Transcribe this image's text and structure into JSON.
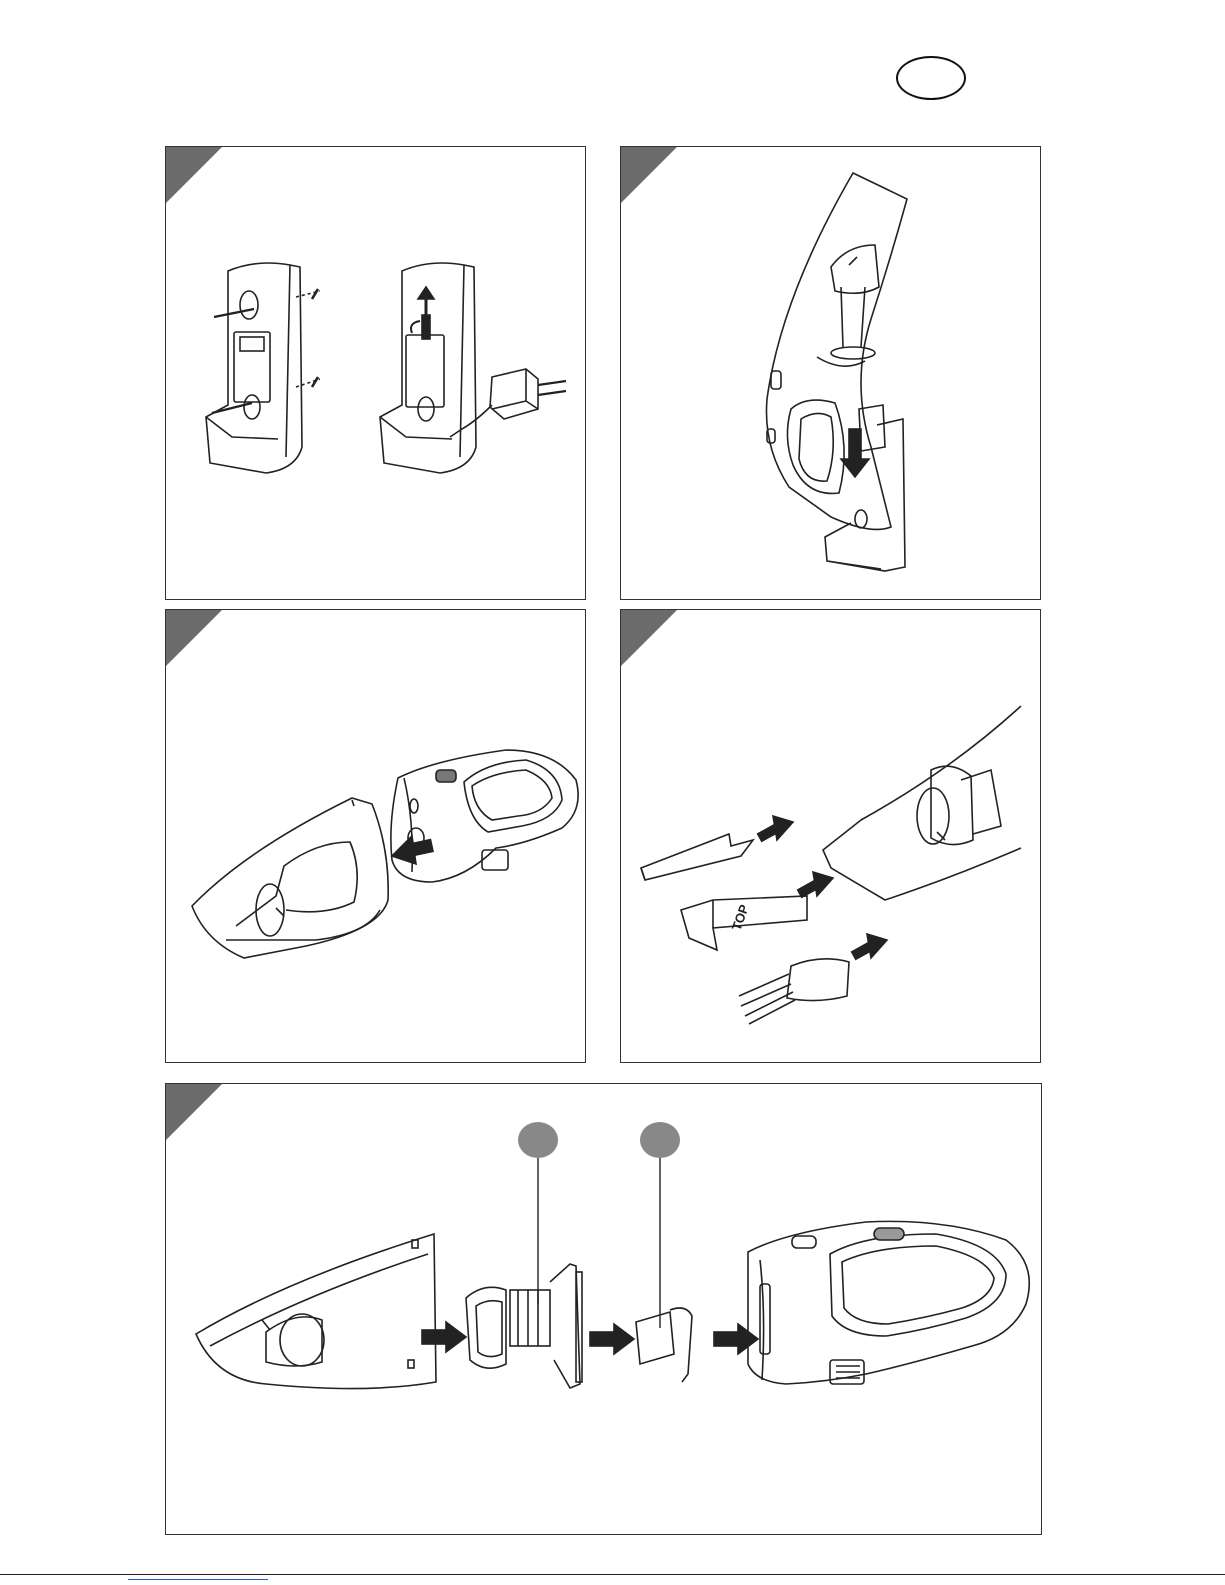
{
  "page": {
    "language_badge": "",
    "steps": [
      {
        "id": 1,
        "content": "wall-mount-and-charger-setup"
      },
      {
        "id": 2,
        "content": "place-vacuum-in-base"
      },
      {
        "id": 3,
        "content": "remove-dust-container"
      },
      {
        "id": 4,
        "content": "attach-accessories"
      },
      {
        "id": 5,
        "content": "disassemble-filter"
      }
    ],
    "accessory_label": "TOP",
    "callout_markers": [
      "",
      ""
    ]
  }
}
